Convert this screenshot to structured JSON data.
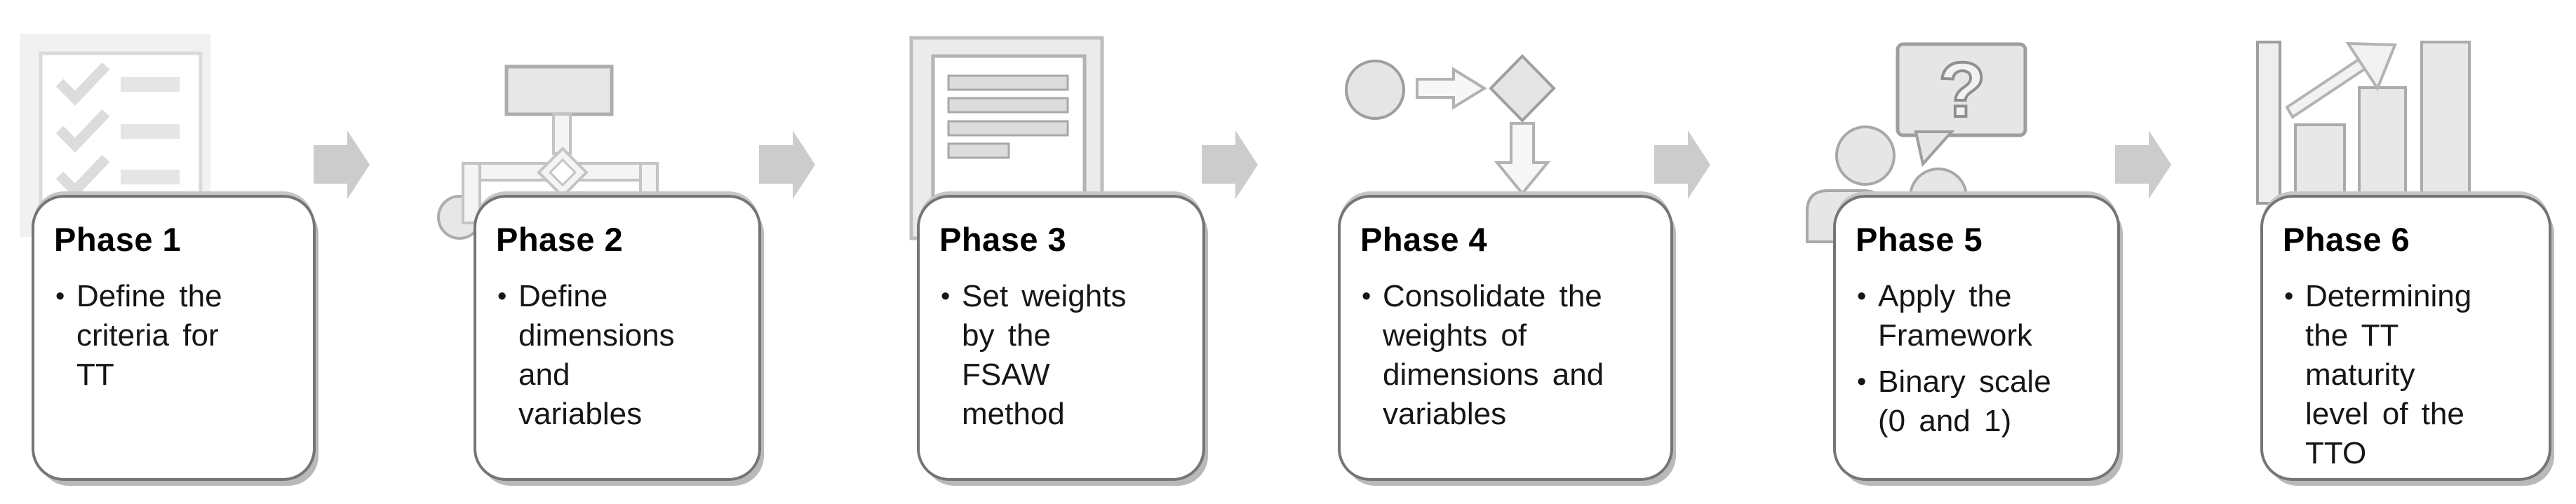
{
  "diagram": {
    "type": "process-flow",
    "bullet_char": "•",
    "colors": {
      "card_background": "#ffffff",
      "card_border": "#757575",
      "card_shadow": "#b9b9b9",
      "connector_arrow_fill": "#cccccc",
      "icon_fill": "#e7e7e7",
      "icon_stroke": "#a3a3a3",
      "title_text": "#000000",
      "body_text": "#161616"
    },
    "phases": [
      {
        "label": "Phase 1",
        "icon": "checklist-icon",
        "bullets": [
          {
            "lines": [
              "Define the",
              "criteria for",
              "TT"
            ]
          }
        ]
      },
      {
        "label": "Phase 2",
        "icon": "flowchart-icon",
        "bullets": [
          {
            "lines": [
              "Define",
              "dimensions",
              "and",
              "variables"
            ]
          }
        ]
      },
      {
        "label": "Phase 3",
        "icon": "document-icon",
        "bullets": [
          {
            "lines": [
              "Set weights",
              "by the",
              "FSAW",
              "method"
            ]
          }
        ]
      },
      {
        "label": "Phase 4",
        "icon": "process-decision-icon",
        "bullets": [
          {
            "lines": [
              "Consolidate the",
              "weights of",
              "dimensions and",
              "variables"
            ]
          }
        ]
      },
      {
        "label": "Phase 5",
        "icon": "question-discussion-icon",
        "bullets": [
          {
            "lines": [
              "Apply the",
              "Framework"
            ]
          },
          {
            "lines": [
              "Binary scale",
              "(0 and 1)"
            ]
          }
        ]
      },
      {
        "label": "Phase 6",
        "icon": "growth-chart-icon",
        "bullets": [
          {
            "lines": [
              "Determining",
              "the TT",
              "maturity",
              "level of the",
              "TTO"
            ]
          }
        ]
      }
    ]
  }
}
